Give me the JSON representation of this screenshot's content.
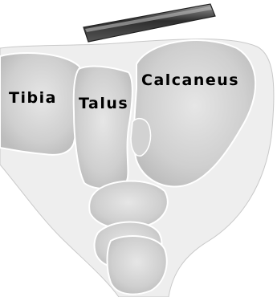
{
  "labels": {
    "tibia": "Tibia",
    "talus": "Talus",
    "calcaneus": "Calcaneus"
  },
  "colors": {
    "soft_tissue": "#eeeeee",
    "soft_tissue_edge": "#c4c4c4",
    "bone_light": "#d9d9d9",
    "bone_mid": "#c6c6c6",
    "bone_edge": "#ffffff",
    "plate_dark": "#3a3a3a",
    "plate_light": "#8a8a8a",
    "text": "#000000"
  }
}
